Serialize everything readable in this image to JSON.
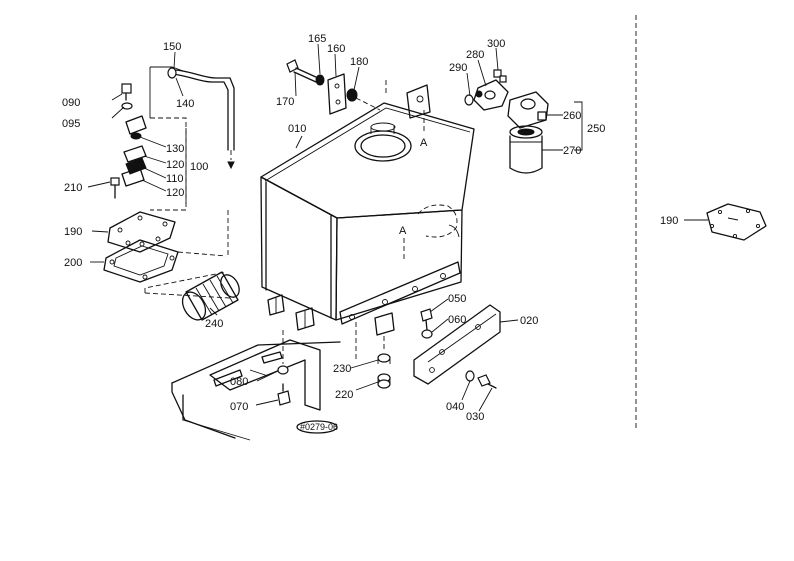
{
  "labels": {
    "p010": "010",
    "p020": "020",
    "p030": "030",
    "p040": "040",
    "p050": "050",
    "p060": "060",
    "p070": "070",
    "p080": "080",
    "p090": "090",
    "p095": "095",
    "p100": "100",
    "p110": "110",
    "p120a": "120",
    "p120b": "120",
    "p130": "130",
    "p140": "140",
    "p150": "150",
    "p160": "160",
    "p165": "165",
    "p170": "170",
    "p180": "180",
    "p190": "190",
    "p190b": "190",
    "p200": "200",
    "p210": "210",
    "p220": "220",
    "p230": "230",
    "p240": "240",
    "p250": "250",
    "p260": "260",
    "p270": "270",
    "p280": "280",
    "p290": "290",
    "p300": "300",
    "markA1": "A",
    "markA2": "A",
    "stamp": "#0279-06"
  }
}
